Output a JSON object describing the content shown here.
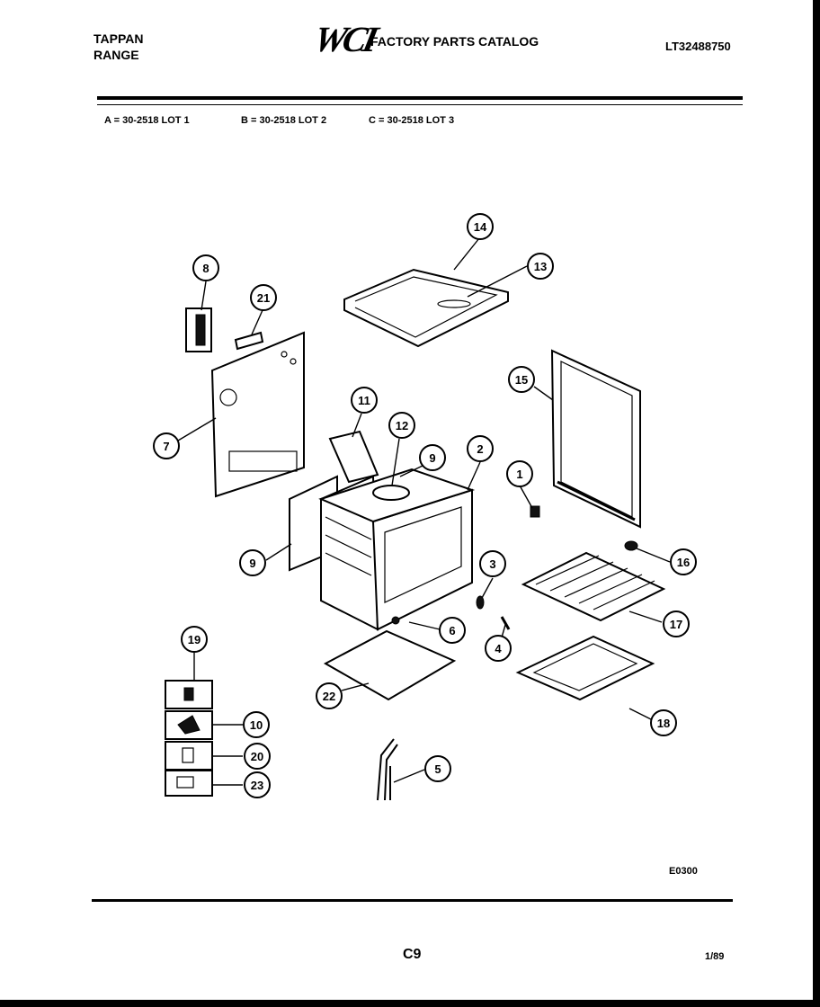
{
  "header": {
    "brand_line1": "TAPPAN",
    "brand_line2": "RANGE",
    "logo_text": "WCI",
    "catalog_title": "FACTORY PARTS CATALOG",
    "model_number": "LT32488750"
  },
  "lots": [
    {
      "label": "A = 30-2518 LOT 1"
    },
    {
      "label": "B = 30-2518 LOT 2"
    },
    {
      "label": "C = 30-2518 LOT 3"
    }
  ],
  "callouts": [
    "1",
    "2",
    "3",
    "4",
    "5",
    "6",
    "7",
    "8",
    "9",
    "9",
    "10",
    "11",
    "12",
    "13",
    "14",
    "15",
    "16",
    "17",
    "18",
    "19",
    "20",
    "21",
    "22",
    "23"
  ],
  "footer": {
    "diagram_code": "E0300",
    "page_code": "C9",
    "date_code": "1/89"
  }
}
